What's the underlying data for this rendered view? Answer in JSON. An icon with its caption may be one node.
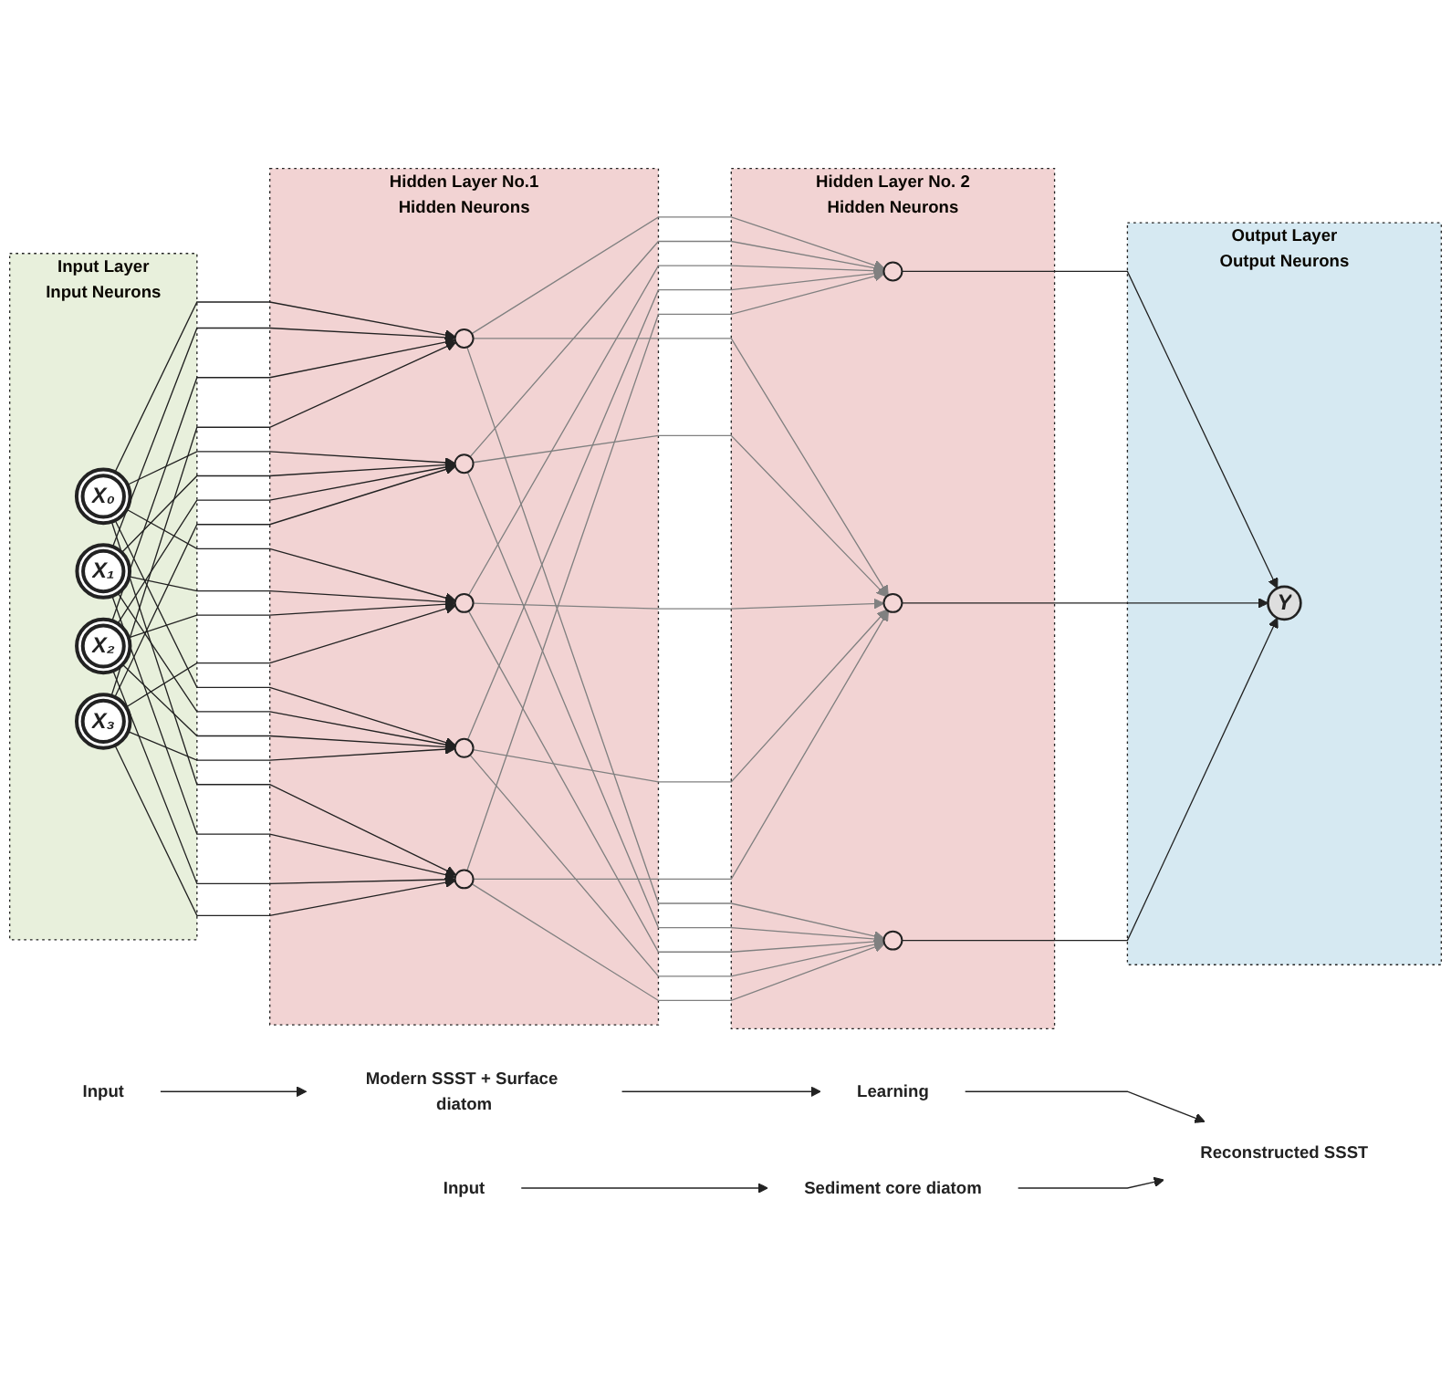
{
  "diagram": {
    "nodes": [
      {
        "text": [
          "Input Layer",
          "Input Neurons"
        ]
      },
      {
        "text": [
          "X₀"
        ],
        "in": 0
      },
      {
        "text": [
          "X₁"
        ],
        "in": 0
      },
      {
        "text": [
          "X₂"
        ],
        "in": 0
      },
      {
        "text": [
          "X₃"
        ],
        "in": 0
      },
      {
        "text": [
          "Hidden Layer No.1",
          "Hidden Neurons"
        ]
      },
      {
        "text": [],
        "shape": "circle",
        "in": 5
      },
      {
        "text": [],
        "shape": "circle",
        "in": 5
      },
      {
        "text": [],
        "shape": "circle",
        "in": 5
      },
      {
        "text": [],
        "shape": "circle",
        "in": 5
      },
      {
        "text": [],
        "shape": "circle",
        "in": 5
      },
      {
        "text": [
          "Hidden Layer No. 2",
          "Hidden Neurons"
        ]
      },
      {
        "text": [],
        "shape": "circle",
        "in": 11
      },
      {
        "text": [],
        "shape": "circle",
        "in": 11
      },
      {
        "text": [],
        "shape": "circle",
        "in": 11
      },
      {
        "text": [
          "Output Layer",
          "Output Neurons"
        ]
      },
      {
        "text": [
          "Y"
        ],
        "in": 15
      },
      {
        "text": [
          "Input"
        ]
      },
      {
        "text": [
          "Modern SSST + Surface diatom"
        ]
      },
      {
        "text": [
          "Learning"
        ]
      },
      {
        "text": [
          "Reconstructed SSST"
        ]
      },
      {
        "text": [
          "Input"
        ]
      },
      {
        "text": [
          "Sediment core diatom"
        ]
      }
    ],
    "edges": [
      {
        "from": 1,
        "to": 6,
        "arrow": "to"
      },
      {
        "from": 1,
        "to": 7,
        "arrow": "to"
      },
      {
        "from": 1,
        "to": 8,
        "arrow": "to"
      },
      {
        "from": 1,
        "to": 9,
        "arrow": "to"
      },
      {
        "from": 1,
        "to": 10,
        "arrow": "to"
      },
      {
        "from": 2,
        "to": 6,
        "arrow": "to"
      },
      {
        "from": 2,
        "to": 7,
        "arrow": "to"
      },
      {
        "from": 2,
        "to": 8,
        "arrow": "to"
      },
      {
        "from": 2,
        "to": 9,
        "arrow": "to"
      },
      {
        "from": 2,
        "to": 10,
        "arrow": "to"
      },
      {
        "from": 3,
        "to": 6,
        "arrow": "to"
      },
      {
        "from": 3,
        "to": 7,
        "arrow": "to"
      },
      {
        "from": 3,
        "to": 8,
        "arrow": "to"
      },
      {
        "from": 3,
        "to": 9,
        "arrow": "to"
      },
      {
        "from": 3,
        "to": 10,
        "arrow": "to"
      },
      {
        "from": 4,
        "to": 6,
        "arrow": "to"
      },
      {
        "from": 4,
        "to": 7,
        "arrow": "to"
      },
      {
        "from": 4,
        "to": 8,
        "arrow": "to"
      },
      {
        "from": 4,
        "to": 9,
        "arrow": "to"
      },
      {
        "from": 4,
        "to": 10,
        "arrow": "to"
      },
      {
        "from": 6,
        "to": 12,
        "arrow": "to",
        "color": "#808080"
      },
      {
        "from": 6,
        "to": 13,
        "arrow": "to",
        "color": "#808080"
      },
      {
        "from": 6,
        "to": 14,
        "arrow": "to",
        "color": "#808080"
      },
      {
        "from": 7,
        "to": 12,
        "arrow": "to",
        "color": "#808080"
      },
      {
        "from": 7,
        "to": 13,
        "arrow": "to",
        "color": "#808080"
      },
      {
        "from": 7,
        "to": 14,
        "arrow": "to",
        "color": "#808080"
      },
      {
        "from": 8,
        "to": 12,
        "arrow": "to",
        "color": "#808080"
      },
      {
        "from": 8,
        "to": 13,
        "arrow": "to",
        "color": "#808080"
      },
      {
        "from": 8,
        "to": 14,
        "arrow": "to",
        "color": "#808080"
      },
      {
        "from": 9,
        "to": 12,
        "arrow": "to",
        "color": "#808080"
      },
      {
        "from": 9,
        "to": 13,
        "arrow": "to",
        "color": "#808080"
      },
      {
        "from": 9,
        "to": 14,
        "arrow": "to",
        "color": "#808080"
      },
      {
        "from": 10,
        "to": 12,
        "arrow": "to",
        "color": "#808080"
      },
      {
        "from": 10,
        "to": 13,
        "arrow": "to",
        "color": "#808080"
      },
      {
        "from": 10,
        "to": 14,
        "arrow": "to",
        "color": "#808080"
      },
      {
        "from": 12,
        "to": 16,
        "arrow": "to"
      },
      {
        "from": 13,
        "to": 16,
        "arrow": "to"
      },
      {
        "from": 14,
        "to": 16,
        "arrow": "to"
      },
      {
        "from": 17,
        "to": 18,
        "arrow": "to"
      },
      {
        "from": 18,
        "to": 19,
        "arrow": "to"
      },
      {
        "from": 19,
        "to": 20,
        "arrow": "to"
      },
      {
        "from": 21,
        "to": 22,
        "arrow": "to"
      },
      {
        "from": 22,
        "to": 20,
        "arrow": "to"
      }
    ]
  }
}
